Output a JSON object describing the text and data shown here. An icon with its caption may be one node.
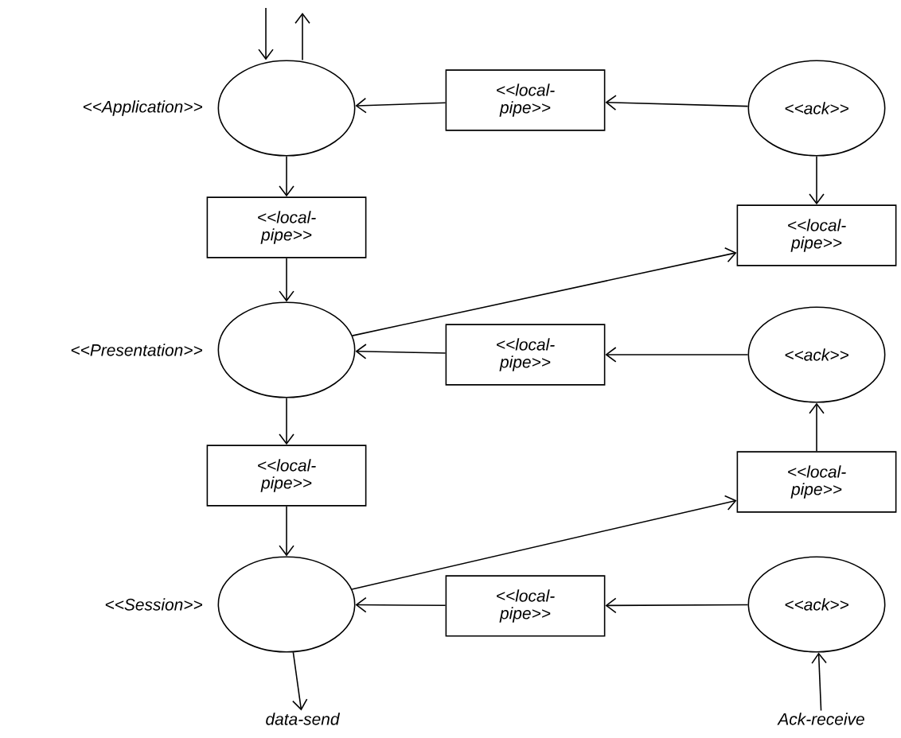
{
  "diagram": {
    "nodes": [
      {
        "text": [],
        "shape": "circle",
        "beside": [
          "<<Application>>"
        ]
      },
      {
        "text": [
          "<<local- pipe>>"
        ]
      },
      {
        "text": [
          "<<ack>>"
        ]
      },
      {
        "text": [
          "<<local- pipe>>"
        ]
      },
      {
        "text": [
          "<<local- pipe>>"
        ]
      },
      {
        "text": [],
        "shape": "circle",
        "beside": [
          "<<Presentation>>"
        ]
      },
      {
        "text": [
          "<<local- pipe>>"
        ]
      },
      {
        "text": [
          "<<ack>>"
        ]
      },
      {
        "text": [
          "<<local- pipe>>"
        ]
      },
      {
        "text": [
          "<<local- pipe>>"
        ]
      },
      {
        "text": [],
        "shape": "circle",
        "beside": [
          "<<Session>>"
        ]
      },
      {
        "text": [
          "<<local- pipe>>"
        ]
      },
      {
        "text": [
          "<<ack>>"
        ]
      },
      {
        "text": [
          "data-send"
        ]
      },
      {
        "text": [
          "Ack-receive"
        ]
      }
    ],
    "edges": [
      {
        "from": null,
        "to": 0,
        "arrow": "to"
      },
      {
        "from": 0,
        "to": null,
        "arrow": "to"
      },
      {
        "from": 1,
        "to": 0,
        "arrow": "to"
      },
      {
        "from": 2,
        "to": 1,
        "arrow": "to"
      },
      {
        "from": 2,
        "to": 4,
        "arrow": "to"
      },
      {
        "from": 0,
        "to": 3,
        "arrow": "to"
      },
      {
        "from": 3,
        "to": 5,
        "arrow": "to"
      },
      {
        "from": 5,
        "to": 4,
        "arrow": "to"
      },
      {
        "from": 6,
        "to": 5,
        "arrow": "to"
      },
      {
        "from": 7,
        "to": 6,
        "arrow": "to"
      },
      {
        "from": 9,
        "to": 7,
        "arrow": "to"
      },
      {
        "from": 5,
        "to": 8,
        "arrow": "to"
      },
      {
        "from": 8,
        "to": 10,
        "arrow": "to"
      },
      {
        "from": 10,
        "to": 9,
        "arrow": "to"
      },
      {
        "from": 11,
        "to": 10,
        "arrow": "to"
      },
      {
        "from": 12,
        "to": 11,
        "arrow": "to"
      },
      {
        "from": 10,
        "to": 13,
        "arrow": "to"
      },
      {
        "from": 14,
        "to": 12,
        "arrow": "to"
      }
    ]
  }
}
